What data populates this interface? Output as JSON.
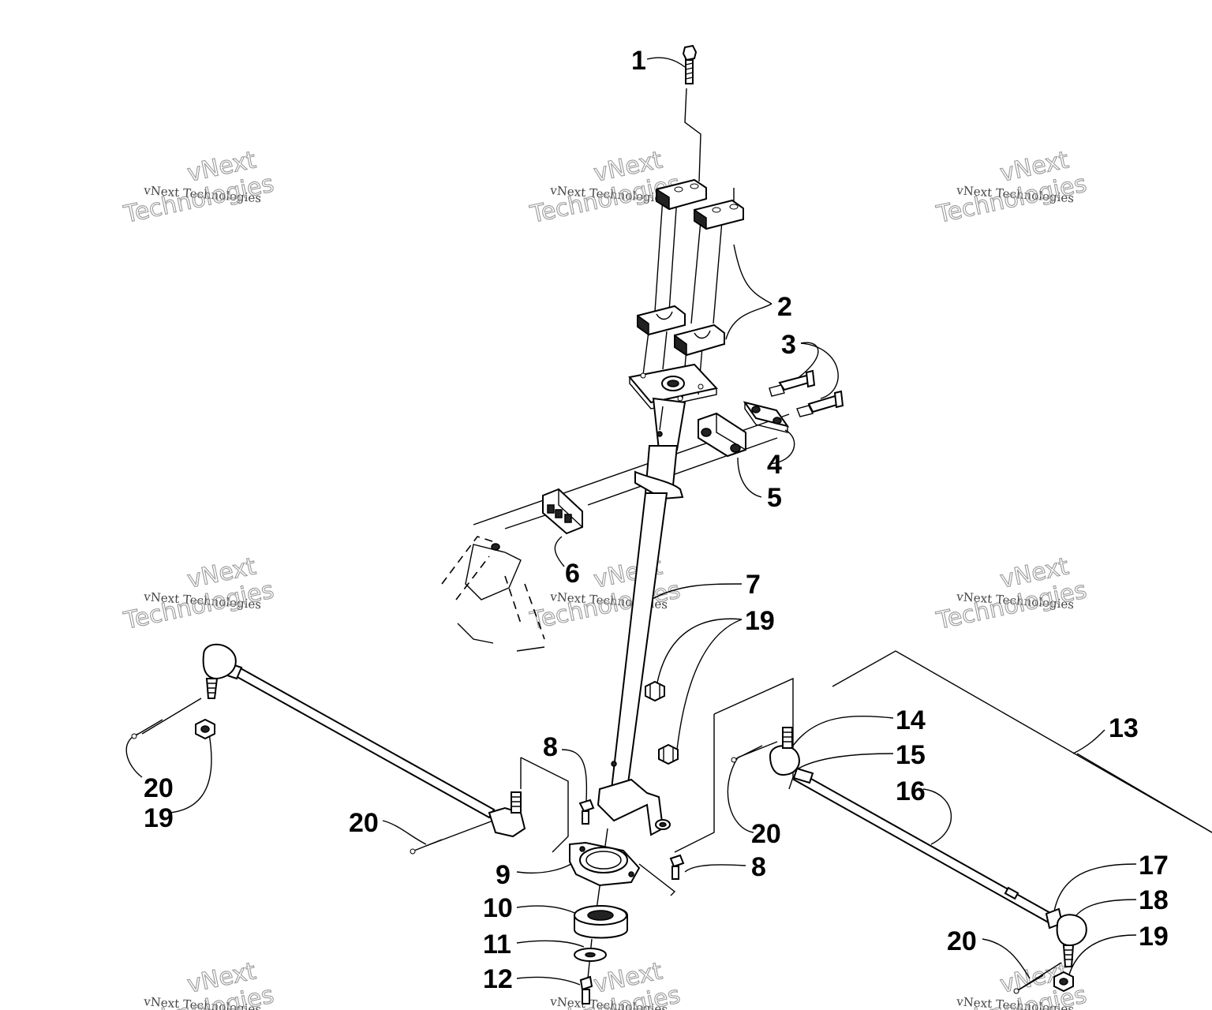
{
  "callouts": [
    {
      "key": "c1",
      "text": "1"
    },
    {
      "key": "c2",
      "text": "2"
    },
    {
      "key": "c3",
      "text": "3"
    },
    {
      "key": "c4",
      "text": "4"
    },
    {
      "key": "c5",
      "text": "5"
    },
    {
      "key": "c6",
      "text": "6"
    },
    {
      "key": "c7",
      "text": "7"
    },
    {
      "key": "c19a",
      "text": "19"
    },
    {
      "key": "c8a",
      "text": "8"
    },
    {
      "key": "c20a",
      "text": "20"
    },
    {
      "key": "c19b",
      "text": "19"
    },
    {
      "key": "c20b",
      "text": "20"
    },
    {
      "key": "c9",
      "text": "9"
    },
    {
      "key": "c10",
      "text": "10"
    },
    {
      "key": "c11",
      "text": "11"
    },
    {
      "key": "c12",
      "text": "12"
    },
    {
      "key": "c8b",
      "text": "8"
    },
    {
      "key": "c20c",
      "text": "20"
    },
    {
      "key": "c14",
      "text": "14"
    },
    {
      "key": "c15",
      "text": "15"
    },
    {
      "key": "c16",
      "text": "16"
    },
    {
      "key": "c13",
      "text": "13"
    },
    {
      "key": "c17",
      "text": "17"
    },
    {
      "key": "c18",
      "text": "18"
    },
    {
      "key": "c19c",
      "text": "19"
    },
    {
      "key": "c20d",
      "text": "20"
    }
  ],
  "watermark": {
    "small": "vNext Technologies",
    "big_top": "vNext",
    "big_bottom": "Technologies"
  }
}
